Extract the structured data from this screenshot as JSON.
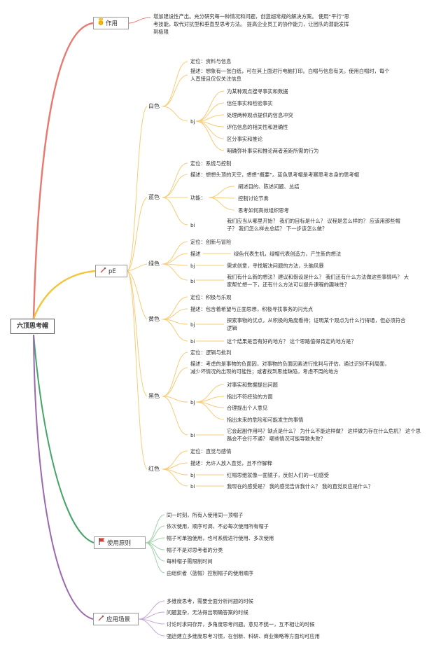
{
  "root": "六顶思考帽",
  "zuoyong": {
    "label": "作用",
    "text": "增加建设性产出。充分研究每一种情况和问题，创造超常规的解决方案。 使用“平行”思考技能，取代对抗型和垂直型思考方法。 提高企业员工的协作能力，让团队的潜能发挥到极限"
  },
  "pe": {
    "label": "pE"
  },
  "white": {
    "label": "白色",
    "dingwei": "定位：资料与信息",
    "miaoshu": "描述：想象有一张白纸，可在其上面进行电脑打印。白帽与信息有关。使用白帽时，每个人直接且仅仅关注信息",
    "bj": "bj",
    "bj_items": [
      "为某种观点搜寻事实和数据",
      "信任事实和检验事实",
      "处理两种观点提供的信息冲突",
      "评估信息的相关性和准确性",
      "区分事实和推论",
      "明确弥补事实和推论两者差距所需的行为"
    ]
  },
  "blue": {
    "label": "蓝色",
    "dingwei": "定位：系统与控制",
    "miaoshu": "描述：想想头顶的天空，想想“概要”。蓝色思考帽是考察思考本身的思考帽",
    "gongneng": "功能：",
    "gongneng_items": [
      "阐述目的、陈述问题、总结",
      "控制讨论节奏",
      "思考如何高效组织思考"
    ],
    "bi": "bi",
    "bi_text": "我们应当从哪里开始？ 我们的目标是什么？ 议程是怎么样的？ 应该用那些帽子？ 我们怎么样去总结？ 下一步该怎么做？"
  },
  "green": {
    "label": "绿色",
    "dingwei": "定位：创新与冒险",
    "miaoshu": "描述",
    "miaoshu_text": "绿色代表生机，绿帽代表创造力，产生新的想法",
    "bj": "bj",
    "bj_text": "需求创意，寻找解决问题的方法，头脑风暴",
    "bi": "bi",
    "bi_text": "我们有什么新的想法？建议和假设是什么？ 我们还有什么方法做这些事情吗？ 大家帮忙想一下，还有什么方法可以提升课程的趣味性？"
  },
  "yellow": {
    "label": "黄色",
    "dingwei": "定位：积极与乐观",
    "miaoshu": "描述：包含着希望与正面思想，积极寻找事务的闪光点",
    "bj": "bj",
    "bj_text": "探索事物的优点，从积极的角度看待；证明某个观点为什么行得通，但必须符合逻辑",
    "bi": "bi",
    "bi_text": "这个结果是否有好的地方？ 这个思路值得肯定的地方是？"
  },
  "black": {
    "label": "黑色",
    "dingwei": "定位：逻辑与批判",
    "miaoshu": "描述：考虑的是事物的负面因，对事物的负面因素进行批判与评估，通过识别不利局面，减少坏情况的出现的可能性；或者找到思维缺陷，考虑不周的地方",
    "bj": "bj",
    "bj_items": [
      "对事实和数据提出问题",
      "指出不符经验的方面",
      "合理提出个人意见",
      "指出未来的危险和可能发生的事情"
    ],
    "bi": "bi",
    "bi_text": "它会起副作用吗？缺点是什么？ 为什么不能这样做？ 这样做为存在什么危机？ 这个思路会不会行不通？ 哪些情况可能导致失败？"
  },
  "red": {
    "label": "红色",
    "dingwei": "定位：直觉与感情",
    "miaoshu": "描述：允许人放入直觉，且不作解释",
    "bj": "bj",
    "bj_text": "红帽思维就像一面镜子，反射人们的一切感受",
    "bi": "bi",
    "bi_text": "我现在的感受是？ 我的感觉告诉我什么？ 我的直觉反应是什么？"
  },
  "principles": {
    "label": "使用原则",
    "items": [
      "同一时刻，所有人使用同一顶帽子",
      "依次使用，顺序可调，不必每次使用所有帽子",
      "帽子可单独使用，也可系统进行使用、多次使用",
      "帽子不是对思考者的分类",
      "每种帽子需限制时间",
      "由组织者（蓝帽）控制帽子的使用顺序"
    ]
  },
  "scenes": {
    "label": "应用场景",
    "items": [
      "多维度思考，需要全面分析问题的时候",
      "问题复杂，无法得出明确答案的时候",
      "讨论时求同存异，多角度思考问题。意见不统一，互不相让的时候",
      "强迫建立多维度思考习惯，在创新、科研、商业策略等方面均可应用"
    ]
  },
  "colors": {
    "zuoyong": "#e8796f",
    "pe": "#f3c53c",
    "principles": "#46a36a",
    "scenes": "#9a69b0",
    "sub": "#f6cc77"
  },
  "icons": {
    "zuoyong": "medal-icon",
    "pe": "tools-icon",
    "principles": "red-flag-icon",
    "scenes": "tools-icon"
  }
}
